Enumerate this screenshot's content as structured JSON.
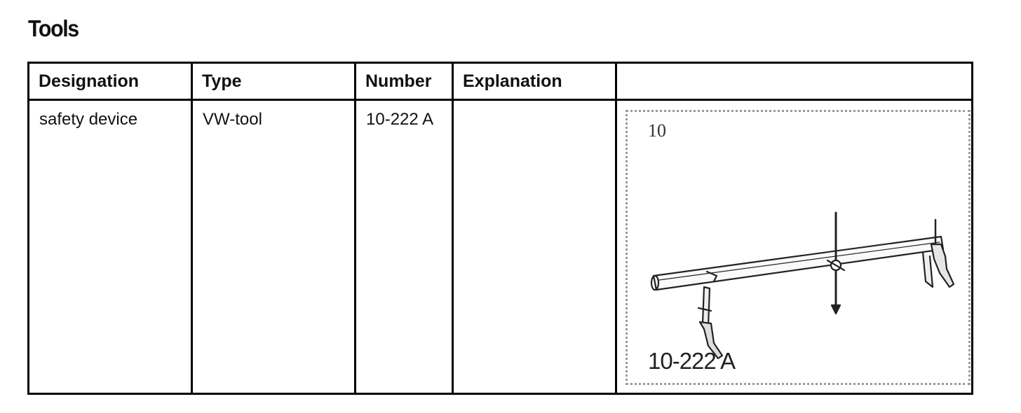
{
  "page": {
    "title": "Tools"
  },
  "table": {
    "headers": [
      "Designation",
      "Type",
      "Number",
      "Explanation",
      ""
    ],
    "rows": [
      {
        "designation": "safety device",
        "type": "VW-tool",
        "number": "10-222 A",
        "explanation": ""
      }
    ]
  },
  "illustration": {
    "label_top": "10",
    "caption": "10-222 A",
    "icon": "safety-device-tool-drawing"
  }
}
